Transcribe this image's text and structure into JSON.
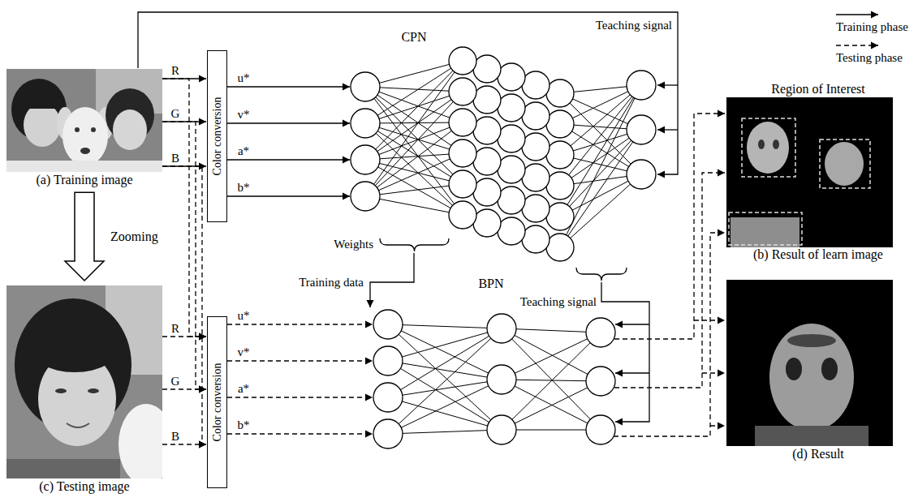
{
  "diagram": {
    "nodes": [
      {
        "text": [
          "(a) Training image"
        ]
      },
      {
        "text": [
          "Color conversion"
        ]
      },
      {
        "text": [
          "(c) Testing image"
        ]
      },
      {
        "text": [
          "Color conversion"
        ]
      },
      {
        "text": [
          "Region of Interest",
          "(b) Result of learn image"
        ]
      },
      {
        "text": [
          "(d) Result"
        ]
      }
    ],
    "edges": [
      {
        "from": 0,
        "to": 1,
        "label": "R",
        "arrow": "to"
      },
      {
        "from": 0,
        "to": 1,
        "label": "G",
        "arrow": "to"
      },
      {
        "from": 0,
        "to": 1,
        "label": "B",
        "arrow": "to"
      },
      {
        "from": 0,
        "to": 2,
        "label": "Zooming",
        "arrow": "to"
      },
      {
        "from": 2,
        "to": 3,
        "label": "R",
        "arrow": "to"
      },
      {
        "from": 2,
        "to": 3,
        "label": "G",
        "arrow": "to"
      },
      {
        "from": 2,
        "to": 3,
        "label": "B",
        "arrow": "to"
      },
      {
        "from": 0,
        "to": 3,
        "arrow": "to"
      },
      {
        "from": 0,
        "to": 3,
        "arrow": "to"
      },
      {
        "from": 0,
        "to": 3,
        "arrow": "to"
      }
    ],
    "labels": [
      "CPN",
      "Teaching signal",
      "u*",
      "v*",
      "a*",
      "b*",
      "Weights",
      "Training data",
      "BPN",
      "Teaching signal",
      "u*",
      "v*",
      "a*",
      "b*"
    ],
    "legend": [
      {
        "text": "Training phase"
      },
      {
        "text": "Testing phase"
      }
    ]
  }
}
